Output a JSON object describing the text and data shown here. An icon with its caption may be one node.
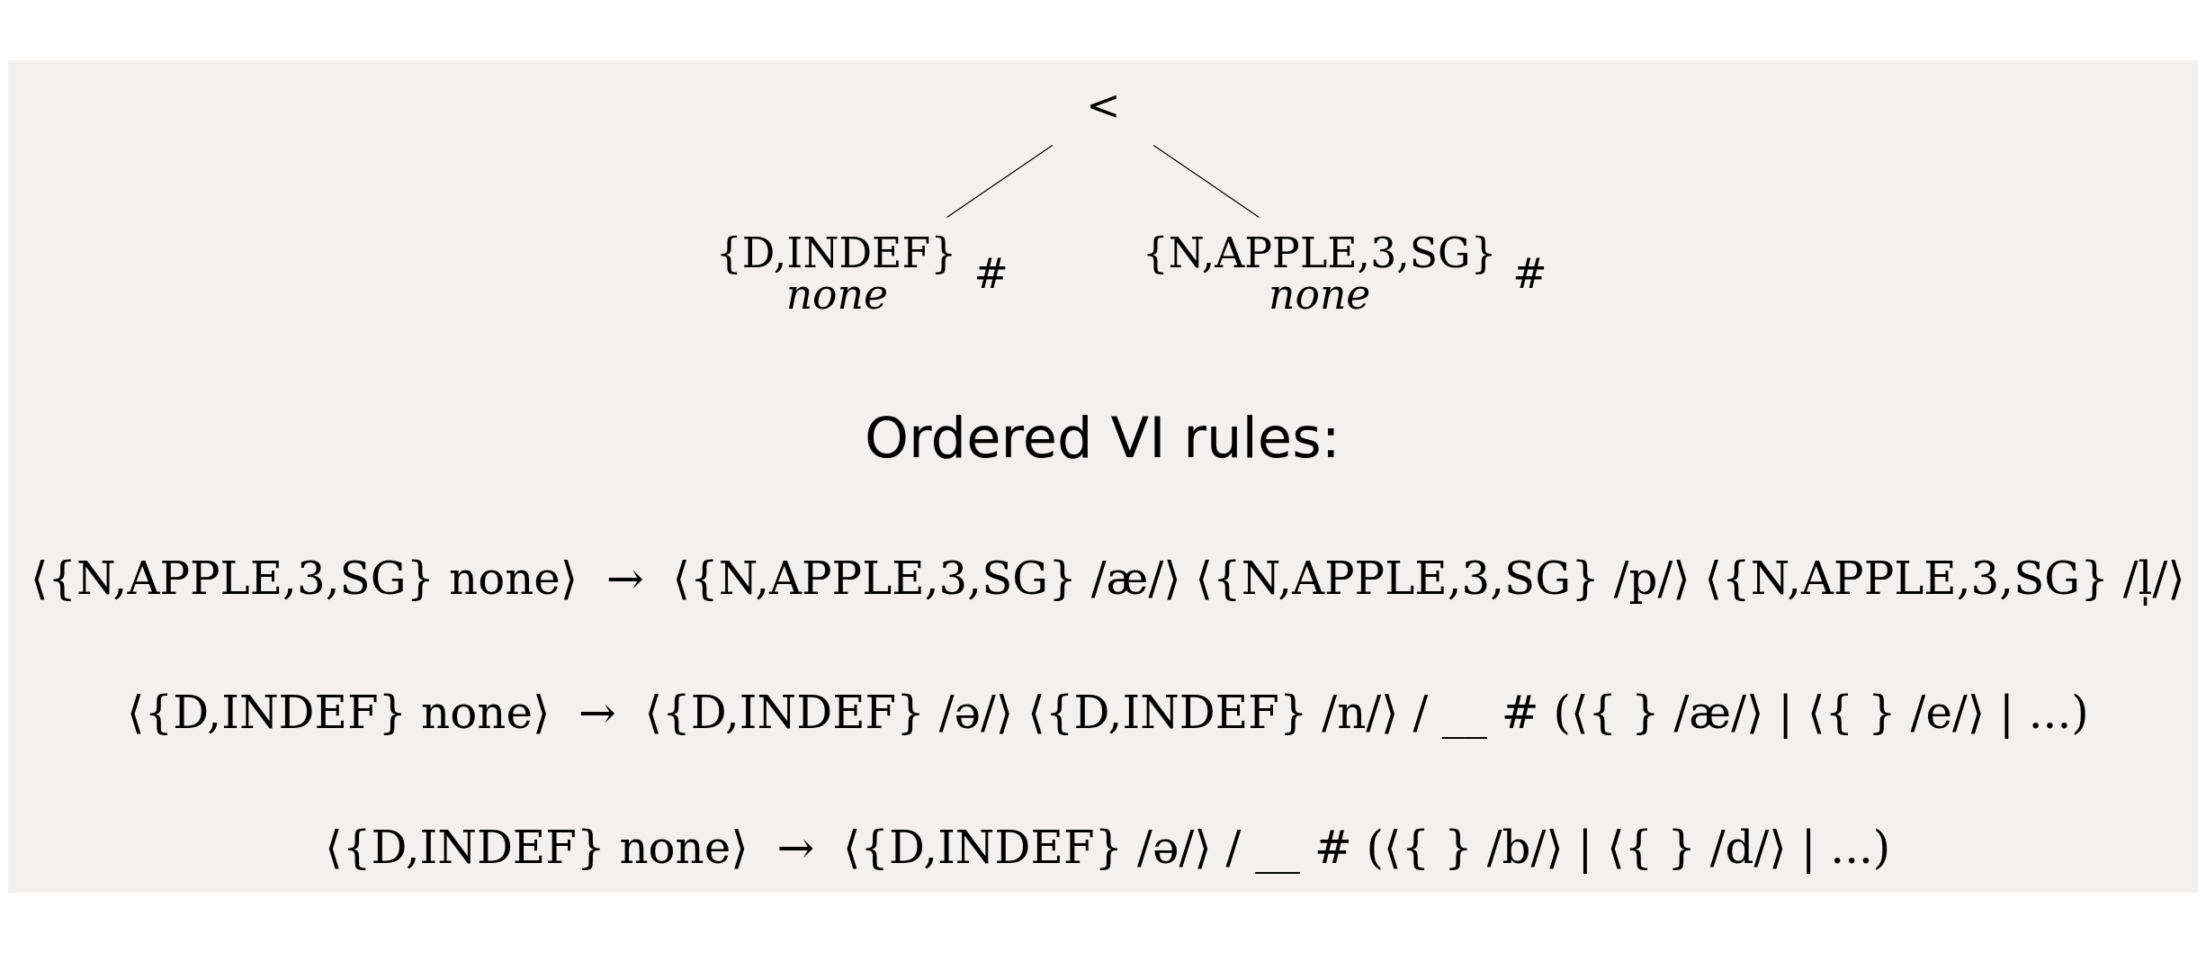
{
  "diagram": {
    "nodes": [
      {
        "text": [
          "<"
        ]
      },
      {
        "text": [
          "{D,INDEF}",
          "none"
        ],
        "beside": [
          "#"
        ]
      },
      {
        "text": [
          "{N,APPLE,3,SG}",
          "none"
        ],
        "beside": [
          "#"
        ]
      }
    ],
    "edges": [
      {
        "from": 0,
        "to": 1,
        "arrow": "none"
      },
      {
        "from": 0,
        "to": 2,
        "arrow": "none"
      }
    ],
    "labels": [
      "Ordered VI rules:",
      "⟨{N,APPLE,3,SG} none⟩  →  ⟨{N,APPLE,3,SG} /æ/⟩ ⟨{N,APPLE,3,SG} /p/⟩ ⟨{N,APPLE,3,SG} /l̩/⟩",
      "⟨{D,INDEF} none⟩  →  ⟨{D,INDEF} /ə/⟩ ⟨{D,INDEF} /n/⟩ / __ # (⟨{ } /æ/⟩ | ⟨{ } /e/⟩ | ...)",
      "⟨{D,INDEF} none⟩  →  ⟨{D,INDEF} /ə/⟩ / __ # (⟨{ } /b/⟩ | ⟨{ } /d/⟩ | ...)"
    ]
  }
}
